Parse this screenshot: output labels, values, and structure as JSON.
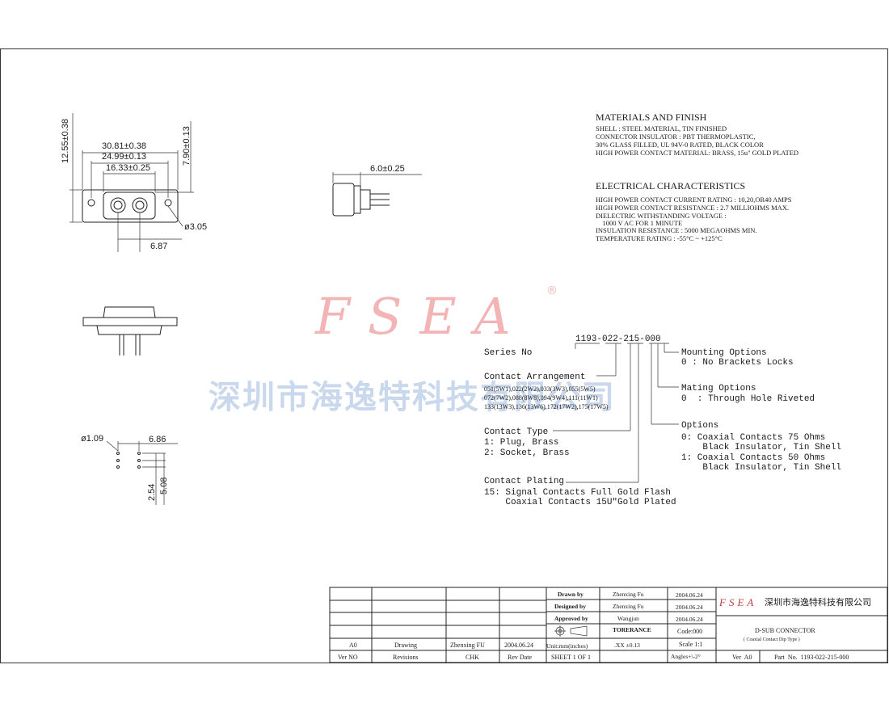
{
  "watermark": {
    "brand": "FSEA",
    "registered": "®",
    "company_cn": "深圳市海逸特科技有限公司"
  },
  "front_view": {
    "dim_overall_width": "30.81±0.38",
    "dim_mount_spacing": "24.99±0.13",
    "dim_shell_width": "16.33±0.25",
    "dim_overall_height": "12.55±0.38",
    "dim_shell_height": "7.90±0.13",
    "dim_hole": "ø3.05",
    "dim_contact_spacing": "6.87"
  },
  "side_view": {
    "dim_depth": "6.0±0.25"
  },
  "footprint": {
    "dim_hole": "ø1.09",
    "dim_pitch_x": "6.86",
    "dim_pitch_a": "2.54",
    "dim_pitch_b": "5.08"
  },
  "materials": {
    "title": "MATERIALS  AND  FINISH",
    "lines": [
      "SHELL : STEEL MATERIAL, TIN FINISHED",
      "CONNECTOR INSULATOR : PBT THERMOPLASTIC,",
      "30% GLASS FILLED, UL 94V-0 RATED, BLACK COLOR",
      "HIGH POWER CONTACT MATERIAL: BRASS, 15u\" GOLD PLATED"
    ]
  },
  "electrical": {
    "title": "ELECTRICAL  CHARACTERISTICS",
    "lines": [
      "HIGH POWER CONTACT CURRENT RATING  :   10,20,OR40 AMPS",
      "HIGH POWER CONTACT RESISTANCE : 2.7 MILLIOHMS MAX.",
      "DIELECTRIC WITHSTANDING VOLTAGE :",
      "    1000 V AC FOR 1 MINUTE",
      "INSULATION RESISTANCE : 5000 MEGAOHMS MIN.",
      "TEMPERATURE RATING : -55°C ~  +125°C"
    ]
  },
  "part_number": {
    "code": "1193-022-215-000",
    "series_label": "Series No",
    "contact_arrangement": {
      "title": "Contact Arrangement",
      "lines": [
        "051(5W1),022(2W2),033(3W3),055(5W5)",
        "072(7W2),088(8W8),094(9W4),111(11W1)",
        "133(13W3),136(13W6),172(17W2),175(17W5)"
      ]
    },
    "contact_type": {
      "title": "Contact Type",
      "lines": [
        "1: Plug, Brass",
        "2: Socket, Brass"
      ]
    },
    "contact_plating": {
      "title": "Contact Plating",
      "lines": [
        "15: Signal Contacts Full Gold Flash",
        "    Coaxial Contacts 15U\"Gold Plated"
      ]
    },
    "mounting": {
      "title": "Mounting Options",
      "lines": [
        "0 : No Brackets Locks"
      ]
    },
    "mating": {
      "title": "Mating Options",
      "lines": [
        "0  : Through Hole Riveted"
      ]
    },
    "options": {
      "title": "Options",
      "lines": [
        "0: Coaxial Contacts 75 Ohms",
        "    Black Insulator, Tin Shell",
        "1: Coaxial Contacts 50 Ohms",
        "    Black Insulator, Tin Shell"
      ]
    }
  },
  "title_block": {
    "rev_a0": "A0",
    "rev_drawing": "Drawing",
    "rev_by": "Zhenxing FU",
    "rev_date": "2004.06.24",
    "units": "Unit:mm(inches)",
    "hdr_ver": "Ver NO",
    "hdr_revisions": "Revisions",
    "hdr_chk": "CHK",
    "hdr_rev_date": "Rev Date",
    "sheet": "SHEET 1 OF 1",
    "drawn_label": "Drawn   by",
    "drawn_name": "Zhenxing Fu",
    "drawn_date": "2004.06.24",
    "designed_label": "Designed  by",
    "designed_name": "Zhenxing Fu",
    "designed_date": "2004.06.24",
    "approved_label": "Approved  by",
    "approved_name": "Wangjun",
    "approved_date": "2004.06.24",
    "tolerance_label": "TORERANCE",
    "tolerance_value": ".XX   ±0.13",
    "code": "Code:000",
    "scale": "Scale 1:1",
    "angles": "Angles+\\-2°",
    "logo": "FSEA",
    "company": "深圳市海逸特科技有限公司",
    "product": "D-SUB CONNECTOR",
    "product_sub": "( Coaxial Contact Dip Type )",
    "ver": "Ver  A0",
    "part_no": "Part  No.  1193-022-215-000"
  }
}
